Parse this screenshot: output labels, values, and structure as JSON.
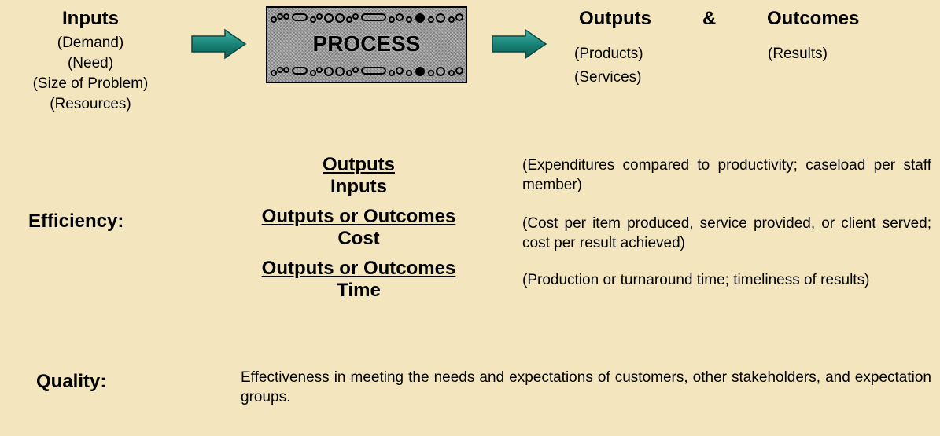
{
  "inputs": {
    "title": "Inputs",
    "items": [
      "(Demand)",
      "(Need)",
      "(Size of Problem)",
      "(Resources)"
    ]
  },
  "process": {
    "label": "PROCESS"
  },
  "outputs": {
    "title": "Outputs",
    "ampersand": "&",
    "outcomes_title": "Outcomes",
    "products": "(Products)",
    "services": "(Services)",
    "results": "(Results)"
  },
  "efficiency": {
    "label": "Efficiency:",
    "ratios": [
      {
        "numerator": "Outputs",
        "denominator": "Inputs",
        "description": "(Expenditures compared to productivity; caseload per staff member)"
      },
      {
        "numerator": "Outputs or Outcomes",
        "denominator": "Cost",
        "description": "(Cost per item produced, service provided, or client served; cost per result achieved)"
      },
      {
        "numerator": "Outputs or Outcomes",
        "denominator": "Time",
        "description": "(Production or turnaround time; timeliness of results)"
      }
    ]
  },
  "quality": {
    "label": "Quality:",
    "text": "Effectiveness in meeting the needs and expectations of customers, other stakeholders, and expectation groups."
  },
  "colors": {
    "background": "#f3e6bf",
    "arrow": "#1a8478",
    "process_box": "#999999"
  }
}
